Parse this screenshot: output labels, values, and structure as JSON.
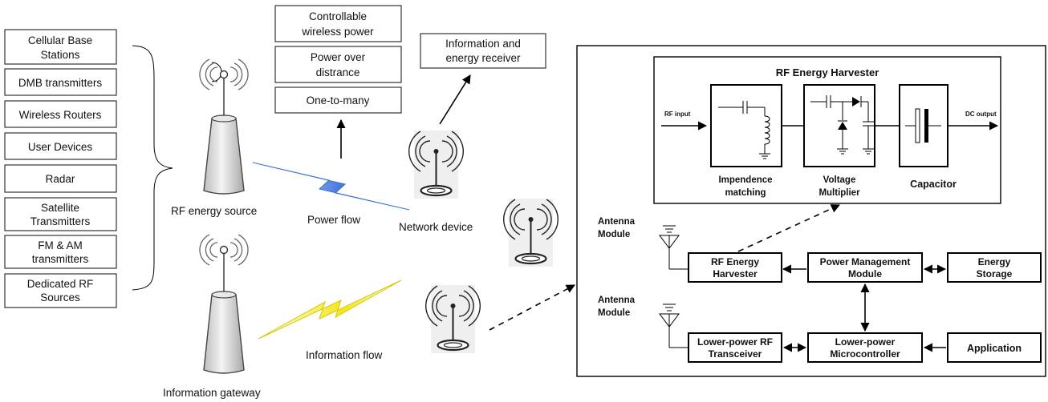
{
  "sources": [
    [
      "Cellular Base",
      "Stations"
    ],
    [
      "DMB transmitters"
    ],
    [
      "Wireless Routers"
    ],
    [
      "User Devices"
    ],
    [
      "Radar"
    ],
    [
      "Satellite",
      "Transmitters"
    ],
    [
      "FM & AM",
      "transmitters"
    ],
    [
      "Dedicated RF",
      "Sources"
    ]
  ],
  "properties": [
    [
      "Controllable",
      "wireless power"
    ],
    [
      "Power over",
      "distrance"
    ],
    [
      "One-to-many"
    ]
  ],
  "labels": {
    "rf_source": "RF energy source",
    "info_gateway": "Information gateway",
    "power_flow": "Power flow",
    "info_flow": "Information flow",
    "network_device": "Network device",
    "receiver": [
      "Information and",
      "energy receiver"
    ]
  },
  "harvester": {
    "title": "RF Energy Harvester",
    "rf_input": "RF input",
    "dc_output": "DC output",
    "impedance": [
      "Impendence",
      "matching"
    ],
    "voltage": [
      "Voltage",
      "Multiplier"
    ],
    "capacitor": "Capacitor"
  },
  "node": {
    "antenna_module": [
      "Antenna",
      "Module"
    ],
    "rf_harvester": [
      "RF Energy",
      "Harvester"
    ],
    "power_mgmt": [
      "Power Management",
      "Module"
    ],
    "energy_storage": [
      "Energy",
      "Storage"
    ],
    "transceiver": [
      "Lower-power RF",
      "Transceiver"
    ],
    "microcontroller": [
      "Lower-power",
      "Microcontroller"
    ],
    "application": "Application"
  },
  "colors": {
    "power_bolt": "#3a6fd8",
    "info_bolt": "#f2e61a",
    "tower": "#d9d9d9"
  }
}
